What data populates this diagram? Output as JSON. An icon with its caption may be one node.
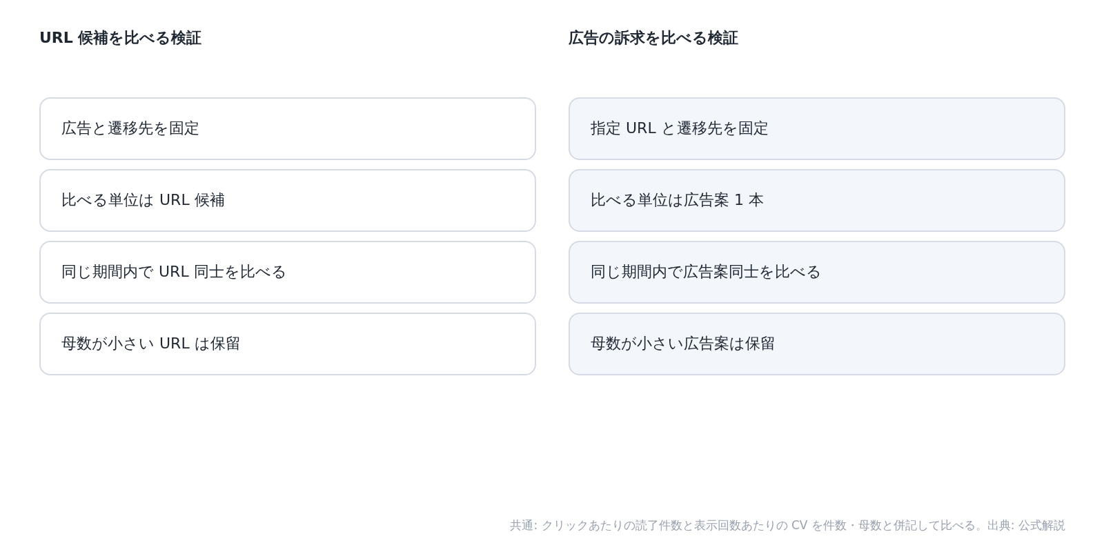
{
  "diagram": {
    "caption": "共通: クリックあたりの読了件数と表示回数あたりの CV を件数・母数と併記して比べる。出典: 公式解説",
    "nodes": [
      {
        "text": [
          "広告と遷移先を固定"
        ]
      },
      {
        "text": [
          "比べる単位は URL 候補"
        ]
      },
      {
        "text": [
          "同じ期間内で URL 同士を比べる"
        ]
      },
      {
        "text": [
          "母数が小さい URL は保留"
        ]
      },
      {
        "text": [
          "指定 URL と遷移先を固定"
        ]
      },
      {
        "text": [
          "比べる単位は広告案 1 本"
        ]
      },
      {
        "text": [
          "同じ期間内で広告案同士を比べる"
        ]
      },
      {
        "text": [
          "母数が小さい広告案は保留"
        ]
      }
    ],
    "edges": [],
    "labels": [
      "URL 候補を比べる検証",
      "広告の訴求を比べる検証"
    ]
  }
}
